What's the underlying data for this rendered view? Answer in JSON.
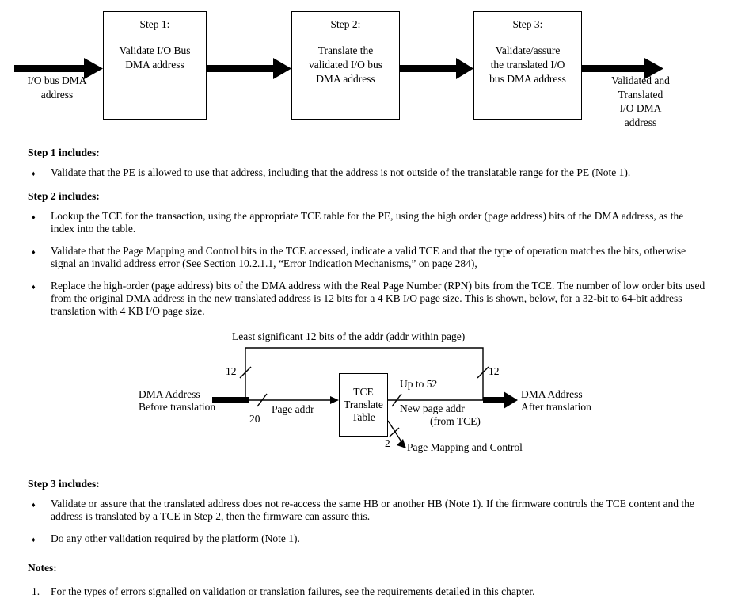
{
  "glyphs": {
    "bullet": "♦"
  },
  "flow": {
    "input_label": "I/O bus DMA\naddress",
    "output_label": "Validated and\nTranslated\nI/O DMA\naddress",
    "boxes": [
      {
        "title": "Step 1:",
        "body": "Validate I/O Bus\nDMA address"
      },
      {
        "title": "Step 2:",
        "body": "Translate the\nvalidated I/O bus\nDMA address"
      },
      {
        "title": "Step 3:",
        "body": "Validate/assure\nthe translated I/O\nbus DMA address"
      }
    ]
  },
  "sections": {
    "step1": {
      "heading": "Step 1 includes:",
      "bullets": [
        "Validate that the PE is allowed to use that address, including that the address is not outside of the translatable range for the PE (Note 1)."
      ]
    },
    "step2": {
      "heading": "Step 2 includes:",
      "bullets": [
        "Lookup the TCE for the transaction, using the appropriate TCE table for the PE, using the high order (page address) bits of the DMA address, as the index into the table.",
        "Validate that the Page Mapping and Control bits in the TCE accessed, indicate a valid TCE and that the type of operation matches the bits, otherwise signal an invalid address error (See Section 10.2.1.1, “Error Indication Mechanisms,” on page 284),",
        "Replace the high-order (page address) bits of the DMA address with the Real Page Number (RPN) bits from the TCE. The number of low order bits used from the original DMA address in the new translated address is 12 bits for a 4 KB I/O page size. This is shown, below, for a 32-bit to 64-bit address translation with 4 KB I/O page size."
      ]
    },
    "step3": {
      "heading": "Step 3 includes:",
      "bullets": [
        "Validate or assure that the translated address does not re-access the same HB or another HB (Note 1). If the firmware controls the TCE content and the address is translated by a TCE in Step 2, then the firmware can assure this.",
        "Do any other validation required by the platform (Note 1)."
      ]
    },
    "notes": {
      "heading": "Notes:",
      "items": [
        {
          "num": "1.",
          "text": "For the types of errors signalled on validation or translation failures, see the requirements detailed in this chapter."
        }
      ]
    }
  },
  "diagram": {
    "top_label": "Least significant 12 bits of the addr (addr within page)",
    "bits_left": "12",
    "bits_right": "12",
    "bits_page": "20",
    "page_addr_label": "Page addr",
    "tce_box": "TCE\nTranslate\nTable",
    "up_to_label": "Up to 52",
    "new_page_addr_label": "New page addr",
    "from_tce_label": "(from TCE)",
    "before_label": "DMA Address\nBefore translation",
    "after_label": "DMA Address\nAfter translation",
    "bits_control": "2",
    "control_label": "Page Mapping and Control"
  }
}
